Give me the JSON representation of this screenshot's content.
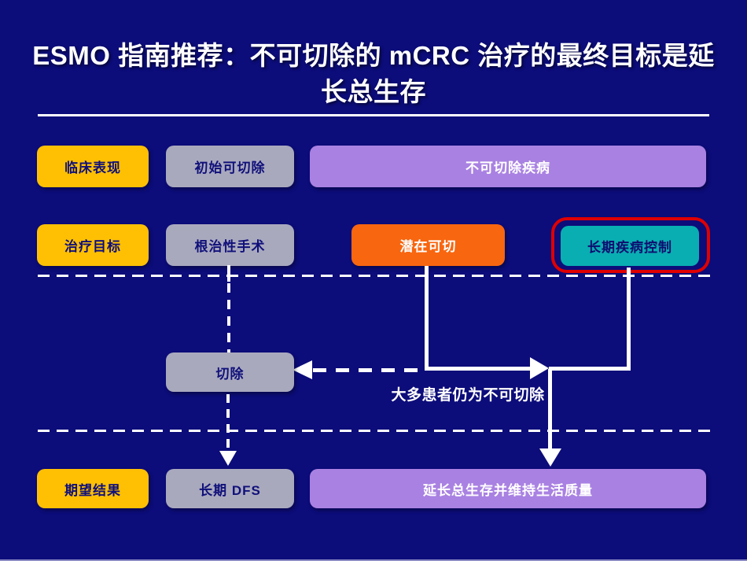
{
  "title": "ESMO 指南推荐：不可切除的 mCRC 治疗的最终目标是延长总生存",
  "row_clinical": {
    "label": "临床表现",
    "initially_resectable": "初始可切除",
    "unresectable_disease": "不可切除疾病"
  },
  "row_goal": {
    "label": "治疗目标",
    "curative_surgery": "根治性手术",
    "potentially_resectable": "潜在可切",
    "long_term_disease_control": "长期疾病控制"
  },
  "middle": {
    "resection": "切除",
    "annotation_majority_unresectable": "大多患者仍为不可切除"
  },
  "row_outcome": {
    "label": "期望结果",
    "long_term_dfs": "长期 DFS",
    "prolong_os_quality_of_life": "延长总生存并维持生活质量"
  },
  "colors": {
    "background": "#0C0C7A",
    "label_yellow": "#FFC004",
    "neutral_gray": "#A9A9BE",
    "unresectable_purple": "#A981E2",
    "potentially_resectable_orange": "#F8660F",
    "disease_control_teal": "#09AEB2",
    "highlight_red": "#DF0000",
    "connector_white": "#FFFFFF"
  }
}
